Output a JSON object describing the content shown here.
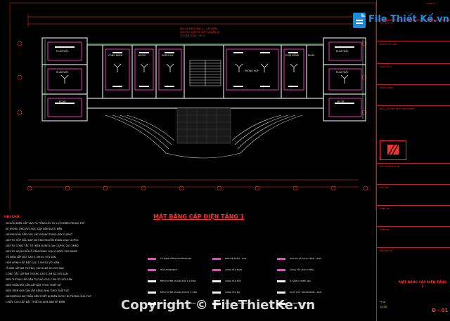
{
  "drawing": {
    "title": "MẶT BẰNG CẤP ĐIỆN TẦNG 1",
    "header_note_lines": [
      "BẢN VẼ ĐIỆN TẦNG 1 - CẤP ĐIỆN",
      "GHI CHÚ: XEM CHI TIẾT TẠI BẢN VẼ",
      "TỦ ĐIỆN TỔNG - TĐ.T1"
    ],
    "room_labels": [
      "P.LÀM VIỆC",
      "P.LÀM VIỆC",
      "P.CHỜ",
      "CÔNG NHÂN",
      "VÀ GÓI",
      "P.NGHỈ CA",
      "PHÒNG HỌP",
      "P.HỘI ĐỒNG",
      "P.KHO",
      "P.LÀM VIỆC",
      "P.LÀM VIỆC",
      "P.Y TẾ"
    ]
  },
  "notes": {
    "heading": "GHI CHÚ:",
    "lines": [
      "- NGUỒN ĐIỆN CẤP VÀO TỦ TỔNG LẤY TỪ LƯỚI ĐIỆN TRUNG THẾ",
      "- ĐI TRONG ỐNG PVC BỌC DÂY DẪN DƯỚI NỀN",
      "- DÂY NGUỒN CẤP CHO CÁC PHÒNG DÙNG DÂY CU/PVC",
      "- DÂY TỪ HỘP ĐẦU DÂY ĐƯỜNG NGUỒN DÙNG LOẠI CU/PVC",
      "- DÂY TỪ CÔNG TẮC TỚI ĐÈN DÙNG LOẠI CU/PVC 2X1.5MM2",
      "- DÂY TỪ AP/NH ĐẾN Ổ CẮM DÙNG LOẠI CU/PVC 2X2.5MM2",
      "- TỦ ĐIỆN LẮP ĐẶT CAO 1.5M SO VỚI SÀN",
      "- HỘP AP/NH LẮP ĐẶT CAO 1.5M SO VỚI SÀN",
      "- Ổ CẮM LẮP ÂM TƯỜNG, CAO 0.4M SO VỚI SÀN",
      "- CÔNG TẮC LẮP ÂM TƯỜNG CAO 1.2M SO VỚI SÀN",
      "- ĐÈN TƯỜNG LẮP GẮN TƯỜNG CAO 2.5M SO VỚI SÀN",
      "- ĐÈN TRẦN ĐỐI CẦN LẮP ĐẶT THEO THIẾT KẾ",
      "- ĐÈN TRÊN ĐỐI CẦN LẮP BẰNG NHẢ THEO THIẾT KẾ",
      "- DÂY ĐIỆN ĐI ÂM TRẦN ĐẾN THIẾT BỊ ĐIỆN ĐƯỢC ĐI TRONG ỐNG PVC",
      "- CHIỀU CAO LẮP ĐẶT THIẾT BỊ XEM BẢN VẼ ĐIỆN"
    ]
  },
  "legend": {
    "items": [
      "TỦ ĐIỆN TỔNG 800X600X200",
      "HỘP AP/NH/MCT",
      "ĐÈN HUỲNH QUANG ĐÔI 2 X 36W",
      "ĐÈN HUỲNH QUANG ĐƠN 1 X 36W",
      "ĐÈN HUỲNH QUANG ĐÔI 2 X 36W",
      "ĐÈN ỐP TRẦN - 40W",
      "CÔNG TẮC ĐƠN",
      "CÔNG TẮC ĐÔI",
      "CÔNG TẮC BA",
      "ĐIỀU HÒA 12000 BTU",
      "HỘP SỐ VÀ QUẠT TRẦN - 80W",
      "CÔNG TẮC ĐẢO CHIỀU",
      "Ổ CẮM 2 CHIỀU 16A",
      "QUẠT HÚT 300X300MM - 40W",
      "Ổ CẮM ĐIỀU HÒA 20A"
    ]
  },
  "title_block": {
    "company": "CÔNG TY",
    "fields": [
      "CHỦ ĐẦU TƯ",
      "ĐƠN VỊ TƯ VẤN",
      "HẠNG MỤC",
      "CÔNG TRÌNH",
      "NHÀ LÀM VIỆC KHỐI VĂN PHÒNG",
      "CHỦ NHIỆM ĐỒ ÁN",
      "CHỦ TRÌ",
      "THIẾT KẾ",
      "KIỂM TRA",
      "TÊN BẢN VẼ"
    ],
    "sheet_title": "MẶT BẰNG CẤP ĐIỆN TẦNG 1",
    "sheet_code": "Đ - 01",
    "scale_label": "TỶ LỆ",
    "scale": "1/100"
  },
  "watermark": {
    "logo": "File Thiết Kế.vn",
    "copyright": "Copyright © FileThietKe.vn"
  },
  "colors": {
    "wall": "#d9d9d9",
    "conduit": "#ff3ad0",
    "annotation_red": "#ff3030",
    "dimension": "#ff3030",
    "note_title": "#ff3030",
    "title_block_line": "#b22222",
    "accent_yellow": "#ffe800",
    "logo_blue": "#1f8ad8"
  }
}
